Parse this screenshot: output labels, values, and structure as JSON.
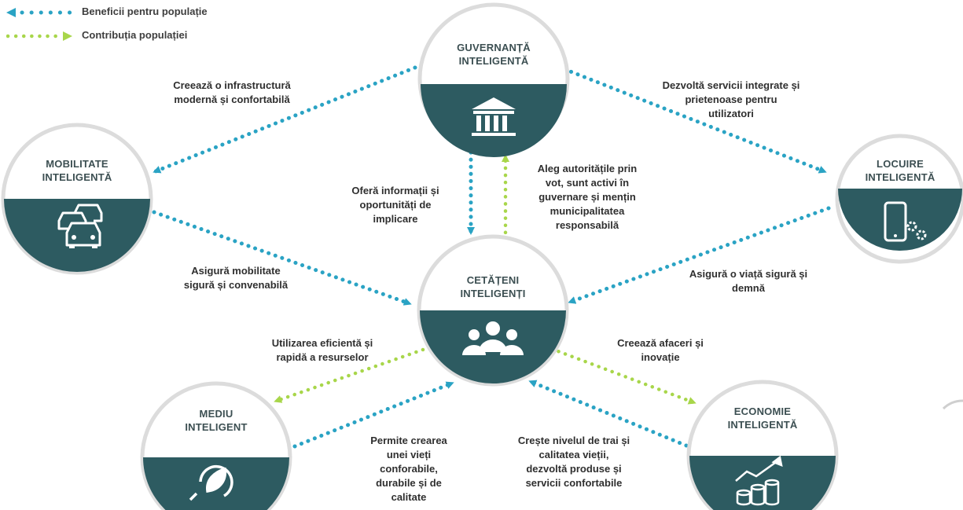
{
  "colors": {
    "teal": "#2d5b61",
    "blue_arrow": "#2aa3c4",
    "green_arrow": "#a8d64a",
    "ring": "#dcdcdc"
  },
  "legend": {
    "benefits": "Beneficii pentru populație",
    "contribution": "Contribuția populației"
  },
  "nodes": {
    "guvernanta": {
      "title_1": "GUVERNANȚĂ",
      "title_2": "INTELIGENTĂ",
      "icon": "government-building-icon"
    },
    "mobilitate": {
      "title_1": "MOBILITATE",
      "title_2": "INTELIGENTĂ",
      "icon": "cars-icon"
    },
    "locuire": {
      "title_1": "LOCUIRE",
      "title_2": "INTELIGENTĂ",
      "icon": "smart-phone-gear-icon"
    },
    "cetateni": {
      "title_1": "CETĂȚENI",
      "title_2": "INTELIGENȚI",
      "icon": "people-group-icon"
    },
    "mediu": {
      "title_1": "MEDIU",
      "title_2": "INTELIGENT",
      "icon": "leaf-plug-icon"
    },
    "economie": {
      "title_1": "ECONOMIE",
      "title_2": "INTELIGENTĂ",
      "icon": "coins-growth-icon"
    }
  },
  "labels": {
    "infrastructura": [
      "Creează o infrastructură",
      "modernă și confortabilă"
    ],
    "servicii": [
      "Dezvoltă servicii integrate și",
      "prietenoase pentru",
      "utilizatori"
    ],
    "informatii": [
      "Oferă informații și",
      "oportunități de",
      "implicare"
    ],
    "autoritati": [
      "Aleg autoritățile prin",
      "vot, sunt activi în",
      "guvernare și mențin",
      "municipalitatea",
      "responsabilă"
    ],
    "mobilitate_sigura": [
      "Asigură mobilitate",
      "sigură și convenabilă"
    ],
    "viata_sigura": [
      "Asigură o viață sigură și",
      "demnă"
    ],
    "resurse": [
      "Utilizarea eficientă și",
      "rapidă a resurselor"
    ],
    "afaceri": [
      "Creează afaceri și",
      "inovație"
    ],
    "viata_confortabila": [
      "Permite crearea",
      "unei vieți",
      "conforabile,",
      "durabile și de",
      "calitate"
    ],
    "nivel_trai": [
      "Crește nivelul de trai și",
      "calitatea vieții,",
      "dezvoltă produse și",
      "servicii confortabile"
    ]
  }
}
